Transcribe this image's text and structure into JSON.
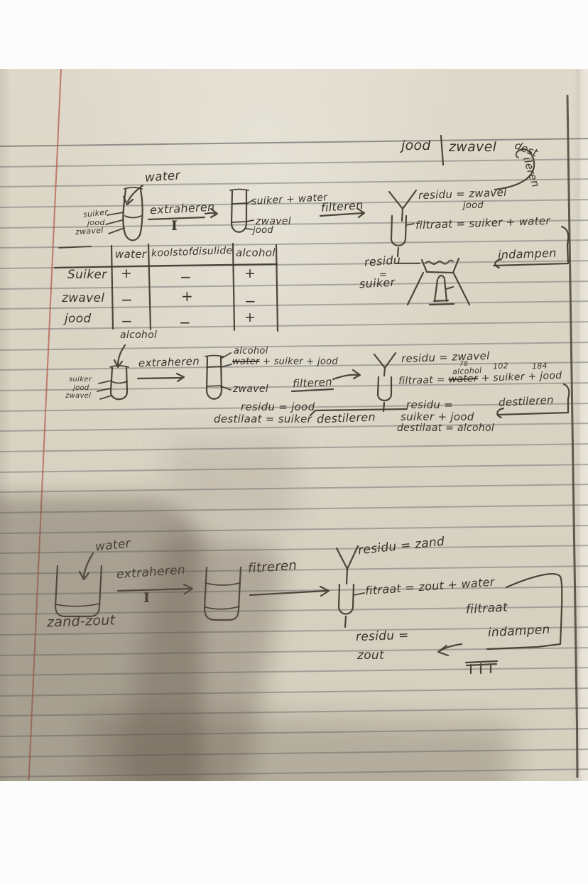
{
  "colors": {
    "paper": "#d8d2c2",
    "ink": "#3a332a",
    "rule_line": "#6e7373",
    "margin_line": "#b2564a",
    "shadow": "rgba(92,82,68,0.38)"
  },
  "top_right": {
    "left_word": "jood",
    "right_word": "zwavel",
    "cycle_label_part1": "dest",
    "cycle_label_part2": "ileren"
  },
  "flow1": {
    "input": "water",
    "mixture": [
      "suiker",
      "jood",
      "zwavel"
    ],
    "step1": "extraheren",
    "step1_roman": "I",
    "tube2_top": "suiker + water",
    "tube2_mid": "zwavel",
    "tube2_bot": "jood",
    "step2": "filteren",
    "residu_line1": "residu = zwavel",
    "residu_line2": "jood",
    "filtraat": "filtraat = suiker + water",
    "evap_step": "indampen",
    "residu2_l1": "residu",
    "residu2_l2": "=",
    "residu2_l3": "suiker"
  },
  "table": {
    "col_headers": [
      "water",
      "koolstofdisulide",
      "alcohol"
    ],
    "rows": [
      {
        "label": "Suiker",
        "cells": [
          "+",
          "−",
          "+"
        ]
      },
      {
        "label": "zwavel",
        "cells": [
          "−",
          "+",
          "−"
        ]
      },
      {
        "label": "jood",
        "cells": [
          "−",
          "−",
          "+"
        ]
      }
    ]
  },
  "flow2": {
    "input": "alcohol",
    "mixture": [
      "suiker",
      "jood",
      "zwavel"
    ],
    "step1": "extraheren",
    "tube2_top": "alcohol",
    "tube2_crossed": "water",
    "tube2_rest": "+ suiker + jood",
    "tube2_bot": "zwavel",
    "step2": "filteren",
    "residu": "residu = zwavel",
    "bp_alcohol": "78",
    "alcohol_note": "alcohol",
    "bp_102": "102",
    "bp_184": "184",
    "filtraat_prefix": "filtraat =",
    "filtraat_crossed": "water",
    "filtraat_rest": "+ suiker + jood",
    "right_step": "destileren",
    "right_residu_l1": "residu =",
    "right_residu_l2": "suiker + jood",
    "right_destilaat": "destilaat = alcohol",
    "left_residu": "residu = jood",
    "left_destilaat": "destilaat = suiker",
    "left_step": "destileren"
  },
  "flow3": {
    "input": "water",
    "mixture_label": "zand-zout",
    "step1": "extraheren",
    "step1_roman": "I",
    "step2": "fitreren",
    "residu": "residu = zand",
    "filtraat": "fitraat = zout + water",
    "filtraat2": "filtraat",
    "evap_step": "indampen",
    "residu2_l1": "residu =",
    "residu2_l2": "zout"
  }
}
